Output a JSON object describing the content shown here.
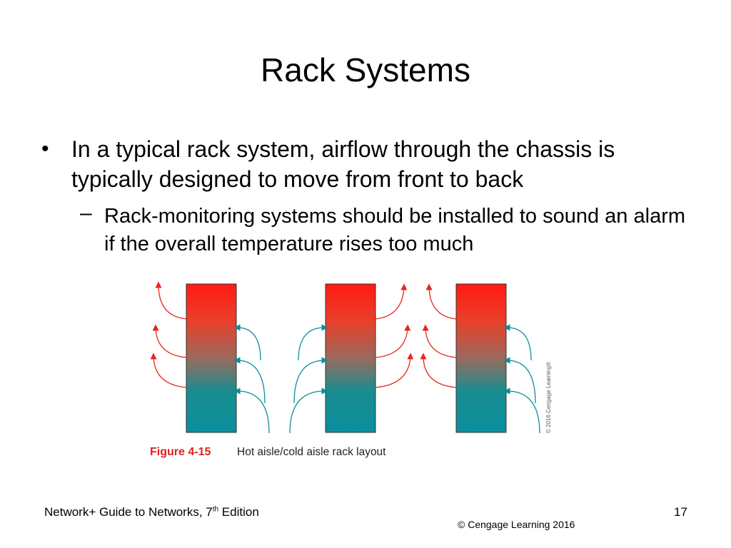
{
  "slide": {
    "title": "Rack Systems",
    "bullet1": "In a typical rack system, airflow through the chassis is typically designed to move from front to back",
    "bullet2": "Rack-monitoring systems should be installed to sound an alarm if the overall temperature rises too much",
    "bullet_symbol": "•",
    "dash_symbol": "–"
  },
  "figure": {
    "label": "Figure 4-15",
    "caption": "Hot aisle/cold aisle rack layout",
    "credit": "© 2016 Cengage Learning®",
    "colors": {
      "hot": "#e8261f",
      "cold": "#0b8e9a",
      "label_red": "#e0201c"
    }
  },
  "footer": {
    "book_title": "Network+ Guide to Networks, 7",
    "book_title_sup": "th",
    "book_title_end": " Edition",
    "page_number": "17",
    "copyright": "© Cengage Learning  2016"
  }
}
